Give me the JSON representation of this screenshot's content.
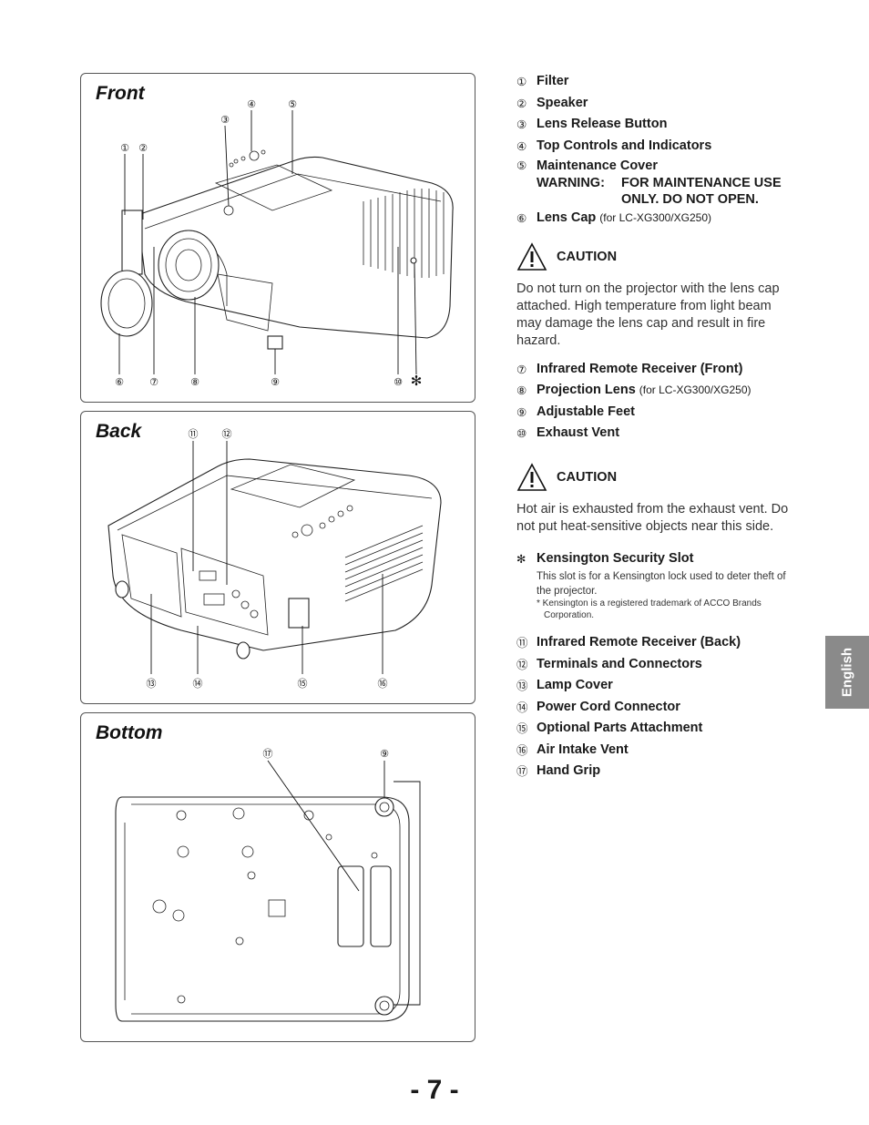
{
  "panels": {
    "front": "Front",
    "back": "Back",
    "bottom": "Bottom"
  },
  "callouts": {
    "front": [
      "①",
      "②",
      "③",
      "④",
      "⑤",
      "⑥",
      "⑦",
      "⑧",
      "⑨",
      "⑩",
      "✻"
    ],
    "back": [
      "⑪",
      "⑫",
      "⑬",
      "⑭",
      "⑮",
      "⑯"
    ],
    "bottom": [
      "⑰",
      "⑨"
    ]
  },
  "items": [
    {
      "num": "①",
      "label": "Filter"
    },
    {
      "num": "②",
      "label": "Speaker"
    },
    {
      "num": "③",
      "label": "Lens Release Button"
    },
    {
      "num": "④",
      "label": "Top Controls and Indicators"
    },
    {
      "num": "⑤",
      "label": "Maintenance Cover"
    },
    {
      "num": "⑥",
      "label": "Lens Cap",
      "note": "(for LC-XG300/XG250)"
    },
    {
      "num": "⑦",
      "label": "Infrared Remote Receiver (Front)"
    },
    {
      "num": "⑧",
      "label": "Projection Lens",
      "note": "(for LC-XG300/XG250)"
    },
    {
      "num": "⑨",
      "label": "Adjustable Feet"
    },
    {
      "num": "⑩",
      "label": "Exhaust Vent"
    },
    {
      "num": "✻",
      "label": "Kensington Security Slot"
    },
    {
      "num": "⑪",
      "label": "Infrared Remote Receiver (Back)"
    },
    {
      "num": "⑫",
      "label": "Terminals and Connectors"
    },
    {
      "num": "⑬",
      "label": "Lamp Cover"
    },
    {
      "num": "⑭",
      "label": "Power Cord Connector"
    },
    {
      "num": "⑮",
      "label": "Optional Parts Attachment"
    },
    {
      "num": "⑯",
      "label": "Air Intake Vent"
    },
    {
      "num": "⑰",
      "label": "Hand Grip"
    }
  ],
  "warning": {
    "label": "WARNING:",
    "line1": "FOR MAINTENANCE USE",
    "line2": "ONLY. DO NOT OPEN."
  },
  "caution1": {
    "title": "CAUTION",
    "text": "Do not turn on the projector with the lens cap attached. High temperature from light beam may damage the lens cap and result in fire hazard."
  },
  "caution2": {
    "title": "CAUTION",
    "text": "Hot air is exhausted from the exhaust vent. Do not put heat-sensitive objects near this side."
  },
  "kensington": {
    "desc": "This slot is for a Kensington lock used to deter theft of the projector.",
    "footnote": "* Kensington is a registered trademark of ACCO Brands Corporation."
  },
  "side_tab": "English",
  "page_number": "- 7 -"
}
